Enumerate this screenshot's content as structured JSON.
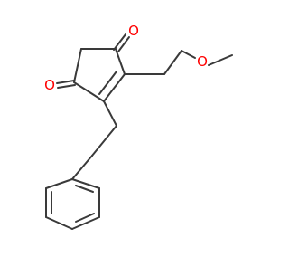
{
  "molecule": {
    "atom_labels": {
      "o_ketone_top": "O",
      "o_ketone_left": "O",
      "o_ether": "O"
    },
    "colors": {
      "bond": "#3a3a3a",
      "oxygen": "#ff0000",
      "background": "#ffffff"
    }
  }
}
